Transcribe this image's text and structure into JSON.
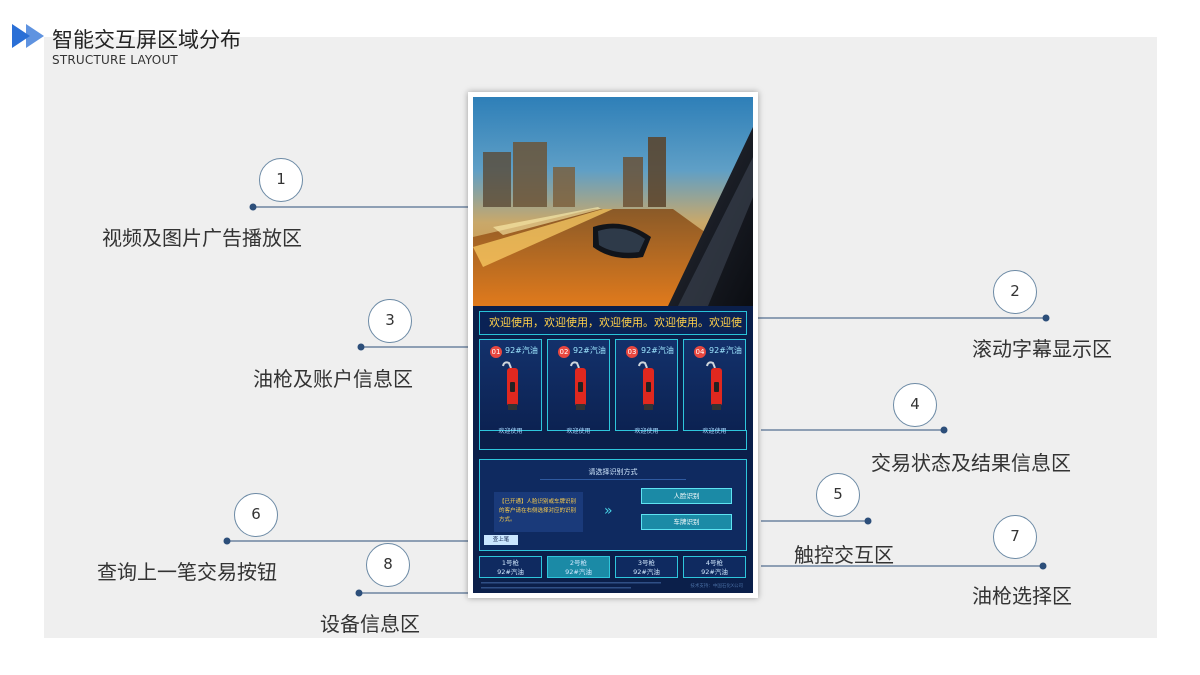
{
  "header": {
    "title": "智能交互屏区域分布",
    "subtitle": "STRUCTURE LAYOUT",
    "accent_color": "#2a6fd6"
  },
  "callouts": [
    {
      "number": "1",
      "label": "视频及图片广告播放区"
    },
    {
      "number": "2",
      "label": "滚动字幕显示区"
    },
    {
      "number": "3",
      "label": "油枪及账户信息区"
    },
    {
      "number": "4",
      "label": "交易状态及结果信息区"
    },
    {
      "number": "5",
      "label": "触控交互区"
    },
    {
      "number": "6",
      "label": "查询上一笔交易按钮"
    },
    {
      "number": "7",
      "label": "油枪选择区"
    },
    {
      "number": "8",
      "label": "设备信息区"
    }
  ],
  "screen": {
    "marquee": "欢迎使用，欢迎使用，欢迎使用。欢迎使用。欢迎使",
    "gun_cards": [
      {
        "badge": "01",
        "fuel": "92#汽油",
        "status": "欢迎使用"
      },
      {
        "badge": "02",
        "fuel": "92#汽油",
        "status": "欢迎使用"
      },
      {
        "badge": "03",
        "fuel": "92#汽油",
        "status": "欢迎使用"
      },
      {
        "badge": "04",
        "fuel": "92#汽油",
        "status": "欢迎使用"
      }
    ],
    "interact": {
      "title": "请选择识别方式",
      "info_text": "【已开通】人脸识别或车牌识别的客户请在右侧选择对应的识别方式。",
      "chevron": "»",
      "button_face": "人脸识别",
      "button_plate": "车牌识别",
      "prev_button": "查上笔"
    },
    "gun_select": [
      {
        "name": "1号枪",
        "fuel": "92#汽油"
      },
      {
        "name": "2号枪",
        "fuel": "92#汽油"
      },
      {
        "name": "3号枪",
        "fuel": "92#汽油"
      },
      {
        "name": "4号枪",
        "fuel": "92#汽油"
      }
    ],
    "device_info_right": "技术支持：中国石化X公司"
  },
  "colors": {
    "screen_bg": "#0b1f4a",
    "screen_border": "#2ec6dc",
    "marquee_text": "#ffd04a",
    "badge": "#e8473f",
    "nozzle": "#e0281f",
    "leader_line": "#2d4f7a"
  }
}
